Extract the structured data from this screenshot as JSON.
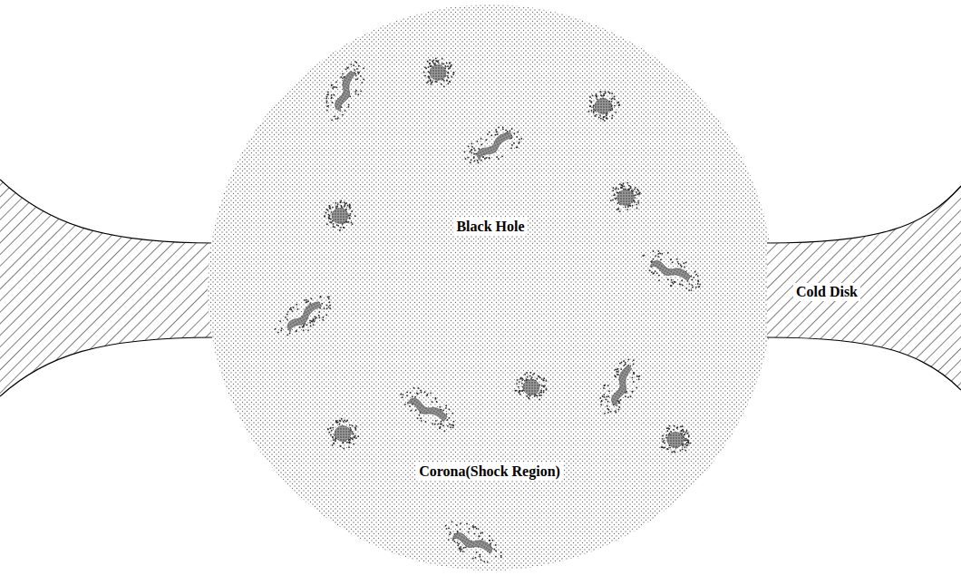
{
  "diagram": {
    "nodes": [
      {
        "text": [
          "Corona(Shock Region)"
        ]
      },
      {
        "text": [
          "Black Hole"
        ],
        "in": 0
      },
      {
        "text": [
          "Cold Disk"
        ]
      }
    ]
  }
}
